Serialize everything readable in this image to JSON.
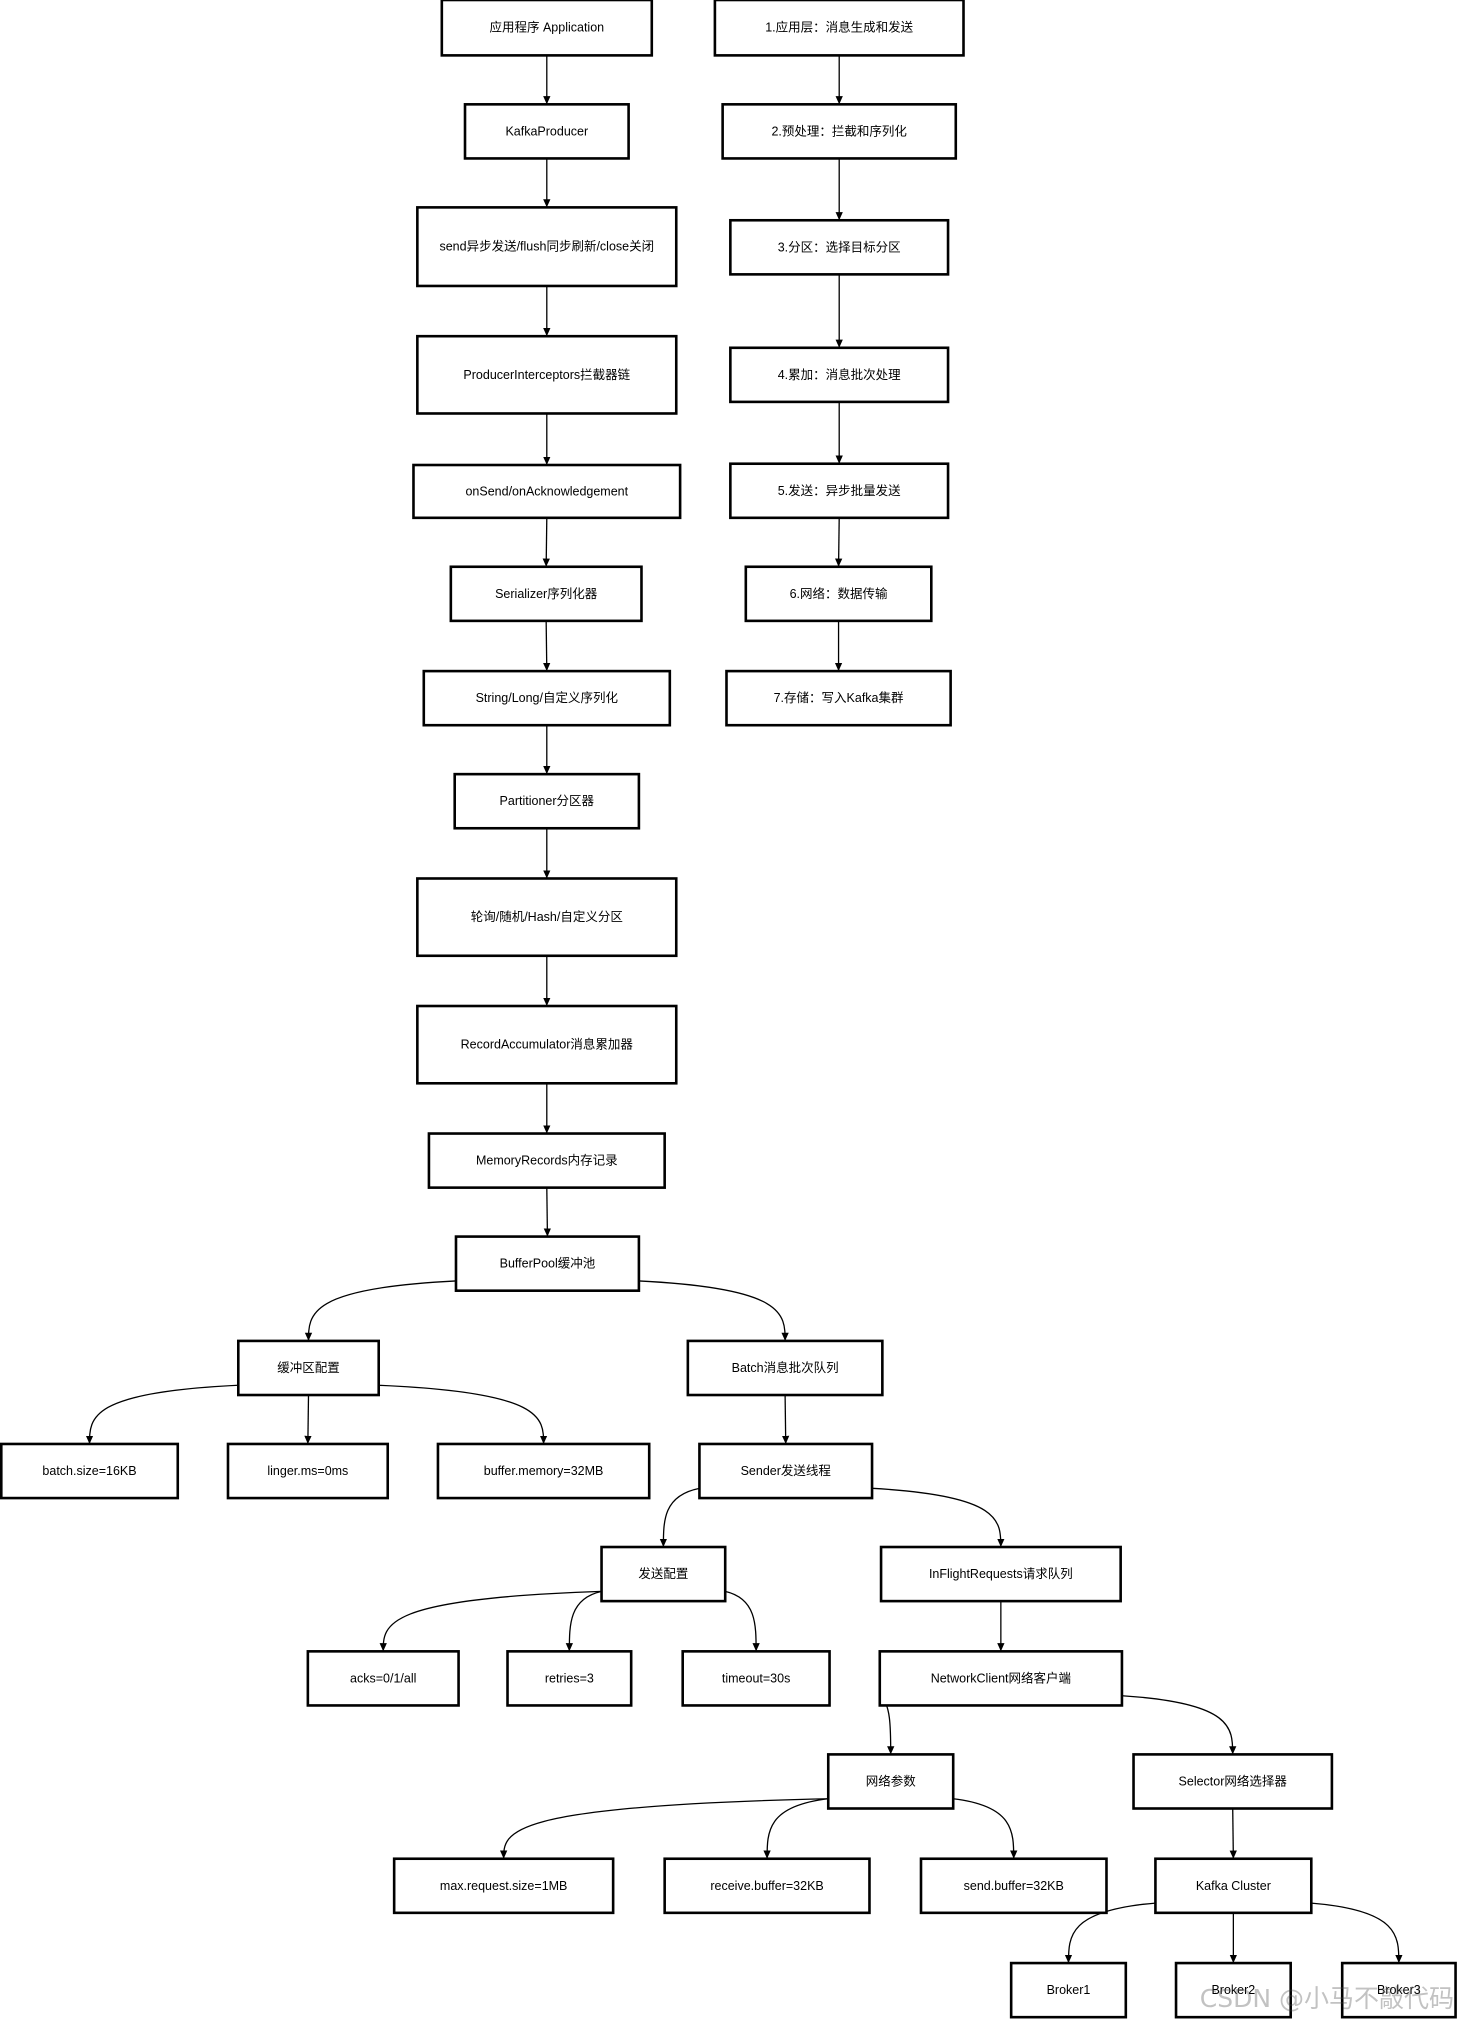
{
  "nodes": {
    "app": "应用程序 Application",
    "producer": "KafkaProducer",
    "send": "send异步发送/flush同步刷新/close关闭",
    "interceptors": "ProducerInterceptors拦截器链",
    "onsend": "onSend/onAcknowledgement",
    "serializer": "Serializer序列化器",
    "string_long": "String/Long/自定义序列化",
    "partitioner": "Partitioner分区器",
    "roundrobin": "轮询/随机/Hash/自定义分区",
    "accumulator": "RecordAccumulator消息累加器",
    "memrecords": "MemoryRecords内存记录",
    "bufferpool": "BufferPool缓冲池",
    "buffer_config": "缓冲区配置",
    "batch_queue": "Batch消息批次队列",
    "batch_size": "batch.size=16KB",
    "linger": "linger.ms=0ms",
    "buffer_memory": "buffer.memory=32MB",
    "sender": "Sender发送线程",
    "send_config": "发送配置",
    "inflight": "InFlightRequests请求队列",
    "acks": "acks=0/1/all",
    "retries": "retries=3",
    "timeout": "timeout=30s",
    "networkclient": "NetworkClient网络客户端",
    "net_params": "网络参数",
    "selector": "Selector网络选择器",
    "max_request": "max.request.size=1MB",
    "receive_buffer": "receive.buffer=32KB",
    "send_buffer": "send.buffer=32KB",
    "cluster": "Kafka Cluster",
    "broker1": "Broker1",
    "broker2": "Broker2",
    "broker3": "Broker3",
    "step1": "1.应用层：消息生成和发送",
    "step2": "2.预处理：拦截和序列化",
    "step3": "3.分区：选择目标分区",
    "step4": "4.累加：消息批次处理",
    "step5": "5.发送：异步批量发送",
    "step6": "6.网络：数据传输",
    "step7": "7.存储：写入Kafka集群"
  },
  "edges": [
    [
      "app",
      "producer"
    ],
    [
      "producer",
      "send"
    ],
    [
      "send",
      "interceptors"
    ],
    [
      "interceptors",
      "onsend"
    ],
    [
      "onsend",
      "serializer"
    ],
    [
      "serializer",
      "string_long"
    ],
    [
      "string_long",
      "partitioner"
    ],
    [
      "partitioner",
      "roundrobin"
    ],
    [
      "roundrobin",
      "accumulator"
    ],
    [
      "accumulator",
      "memrecords"
    ],
    [
      "memrecords",
      "bufferpool"
    ],
    [
      "bufferpool",
      "buffer_config"
    ],
    [
      "bufferpool",
      "batch_queue"
    ],
    [
      "buffer_config",
      "batch_size"
    ],
    [
      "buffer_config",
      "linger"
    ],
    [
      "buffer_config",
      "buffer_memory"
    ],
    [
      "batch_queue",
      "sender"
    ],
    [
      "sender",
      "send_config"
    ],
    [
      "sender",
      "inflight"
    ],
    [
      "send_config",
      "acks"
    ],
    [
      "send_config",
      "retries"
    ],
    [
      "send_config",
      "timeout"
    ],
    [
      "inflight",
      "networkclient"
    ],
    [
      "networkclient",
      "net_params"
    ],
    [
      "networkclient",
      "selector"
    ],
    [
      "net_params",
      "max_request"
    ],
    [
      "net_params",
      "receive_buffer"
    ],
    [
      "net_params",
      "send_buffer"
    ],
    [
      "selector",
      "cluster"
    ],
    [
      "cluster",
      "broker1"
    ],
    [
      "cluster",
      "broker2"
    ],
    [
      "cluster",
      "broker3"
    ],
    [
      "step1",
      "step2"
    ],
    [
      "step2",
      "step3"
    ],
    [
      "step3",
      "step4"
    ],
    [
      "step4",
      "step5"
    ],
    [
      "step5",
      "step6"
    ],
    [
      "step6",
      "step7"
    ]
  ],
  "watermark": "CSDN @小马不敲代码"
}
